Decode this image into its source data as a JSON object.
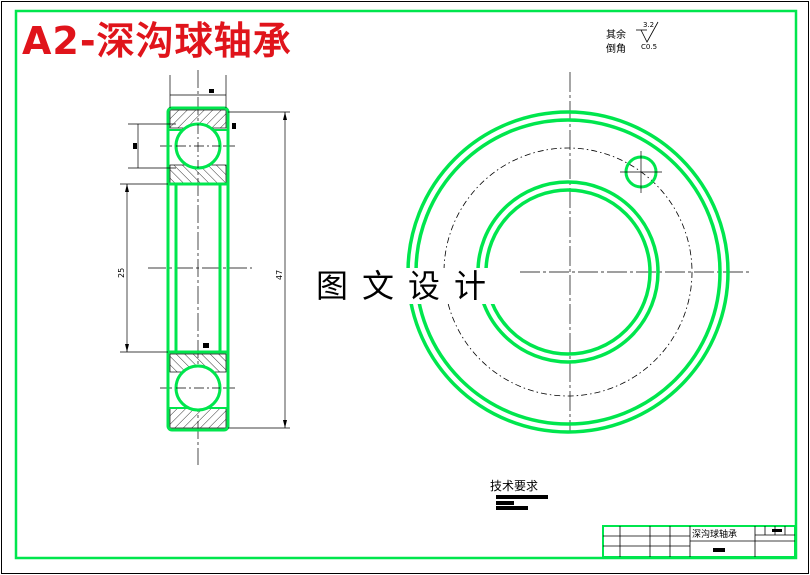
{
  "title": "A2-深沟球轴承",
  "watermark": "图文设计",
  "notes": {
    "remaining": "其余",
    "chamfer_label": "倒角",
    "roughness_value": "3.2",
    "chamfer_value": "C0.5"
  },
  "dimensions": {
    "bore": "25",
    "outer": "47"
  },
  "technical_requirements": "技术要求",
  "title_block": {
    "part_name": "深沟球轴承"
  },
  "colors": {
    "outline": "#00e64d",
    "title": "#e0141b",
    "line": "#000000"
  }
}
